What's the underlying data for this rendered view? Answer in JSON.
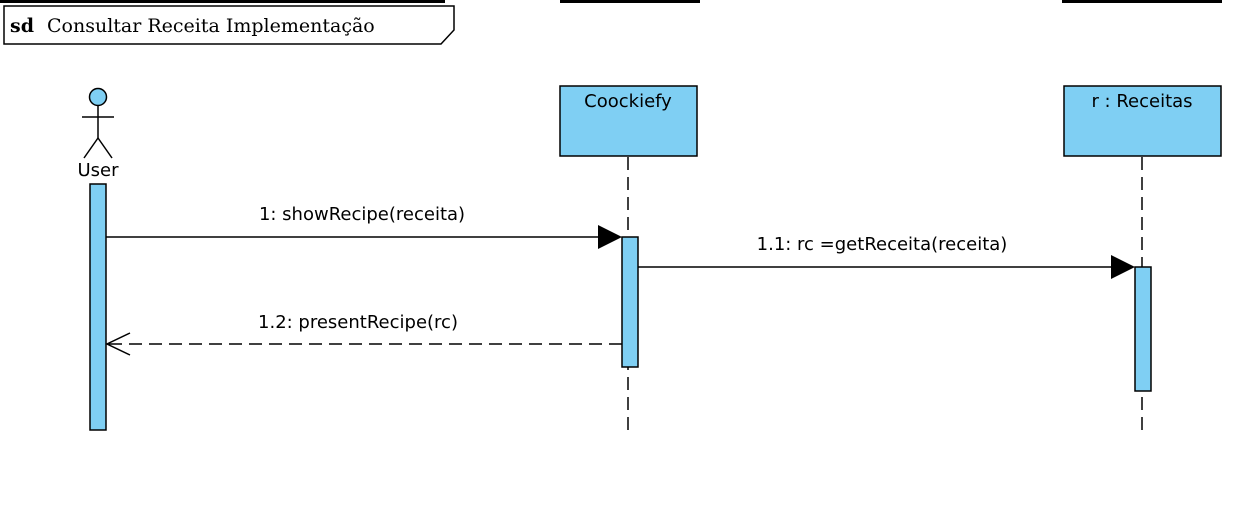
{
  "frame": {
    "kind": "sd",
    "title": "Consultar Receita Implementação"
  },
  "actor": {
    "name": "User"
  },
  "lifelines": [
    {
      "label": "Coockiefy"
    },
    {
      "label": "r : Receitas"
    }
  ],
  "messages": [
    {
      "label": "1: showRecipe(receita)",
      "type": "synchronous"
    },
    {
      "label": "1.1: rc =getReceita(receita)",
      "type": "synchronous"
    },
    {
      "label": "1.2: presentRecipe(rc)",
      "type": "return"
    }
  ],
  "colors": {
    "fill": "#7fcff3",
    "stroke": "#000000"
  }
}
